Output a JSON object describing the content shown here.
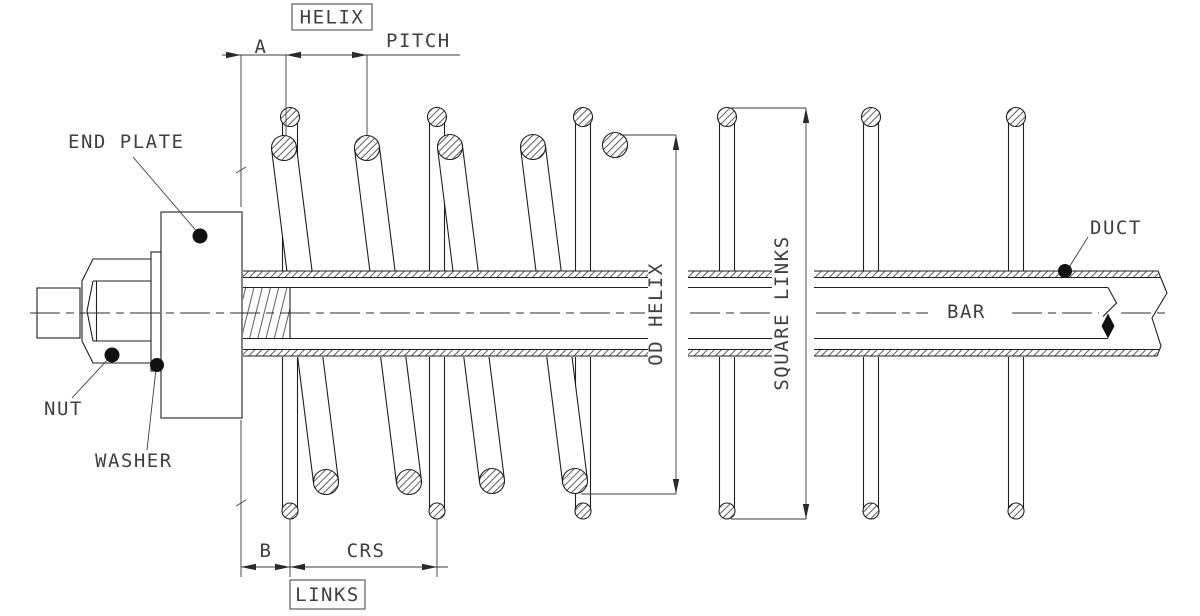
{
  "drawing": {
    "background": "#ffffff",
    "line_color": "#1f1f1f",
    "dim_color": "#3c3c3c",
    "text_color": "#3f3f3f",
    "callouts": {
      "end_plate": "END PLATE",
      "nut": "NUT",
      "washer": "WASHER",
      "duct": "DUCT",
      "bar": "BAR"
    },
    "boxed_labels": {
      "helix": "HELIX",
      "links": "LINKS"
    },
    "dimensions": {
      "a": "A",
      "pitch": "PITCH",
      "b": "B",
      "crs": "CRS",
      "od_helix": "OD HELIX",
      "square_links": "SQUARE LINKS"
    }
  }
}
